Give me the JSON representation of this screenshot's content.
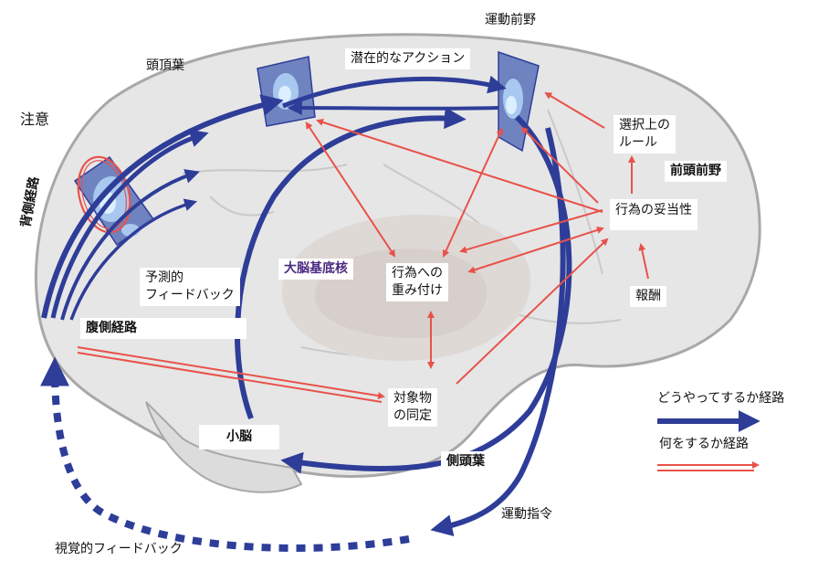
{
  "labels": {
    "parietal_lobe": "頭頂葉",
    "premotor_cortex": "運動前野",
    "attention": "注意",
    "potential_actions": "潜在的なアクション",
    "selection_rules": "選択上の\nルール",
    "prefrontal_cortex": "前頭前野",
    "action_appropriateness": "行為の妥当性",
    "dorsal_pathway": "背側経路",
    "predictive_feedback": "予測的\nフィードバック",
    "basal_ganglia": "大脳基底核",
    "action_weighting": "行為への\n重み付け",
    "reward": "報酬",
    "ventral_pathway": "腹側経路",
    "object_identification": "対象物\nの同定",
    "cerebellum": "小脳",
    "temporal_lobe": "側頭葉",
    "motor_command": "運動指令",
    "visual_feedback": "視覚的フィードバック"
  },
  "legend": {
    "how_pathway": "どうやってするか経路",
    "what_pathway": "何をするか経路"
  },
  "colors": {
    "blue_pathway": "#2e3d98",
    "red_pathway": "#e8524a",
    "brain_fill": "#e6e6e6",
    "brain_outline": "#a8a8a8"
  }
}
